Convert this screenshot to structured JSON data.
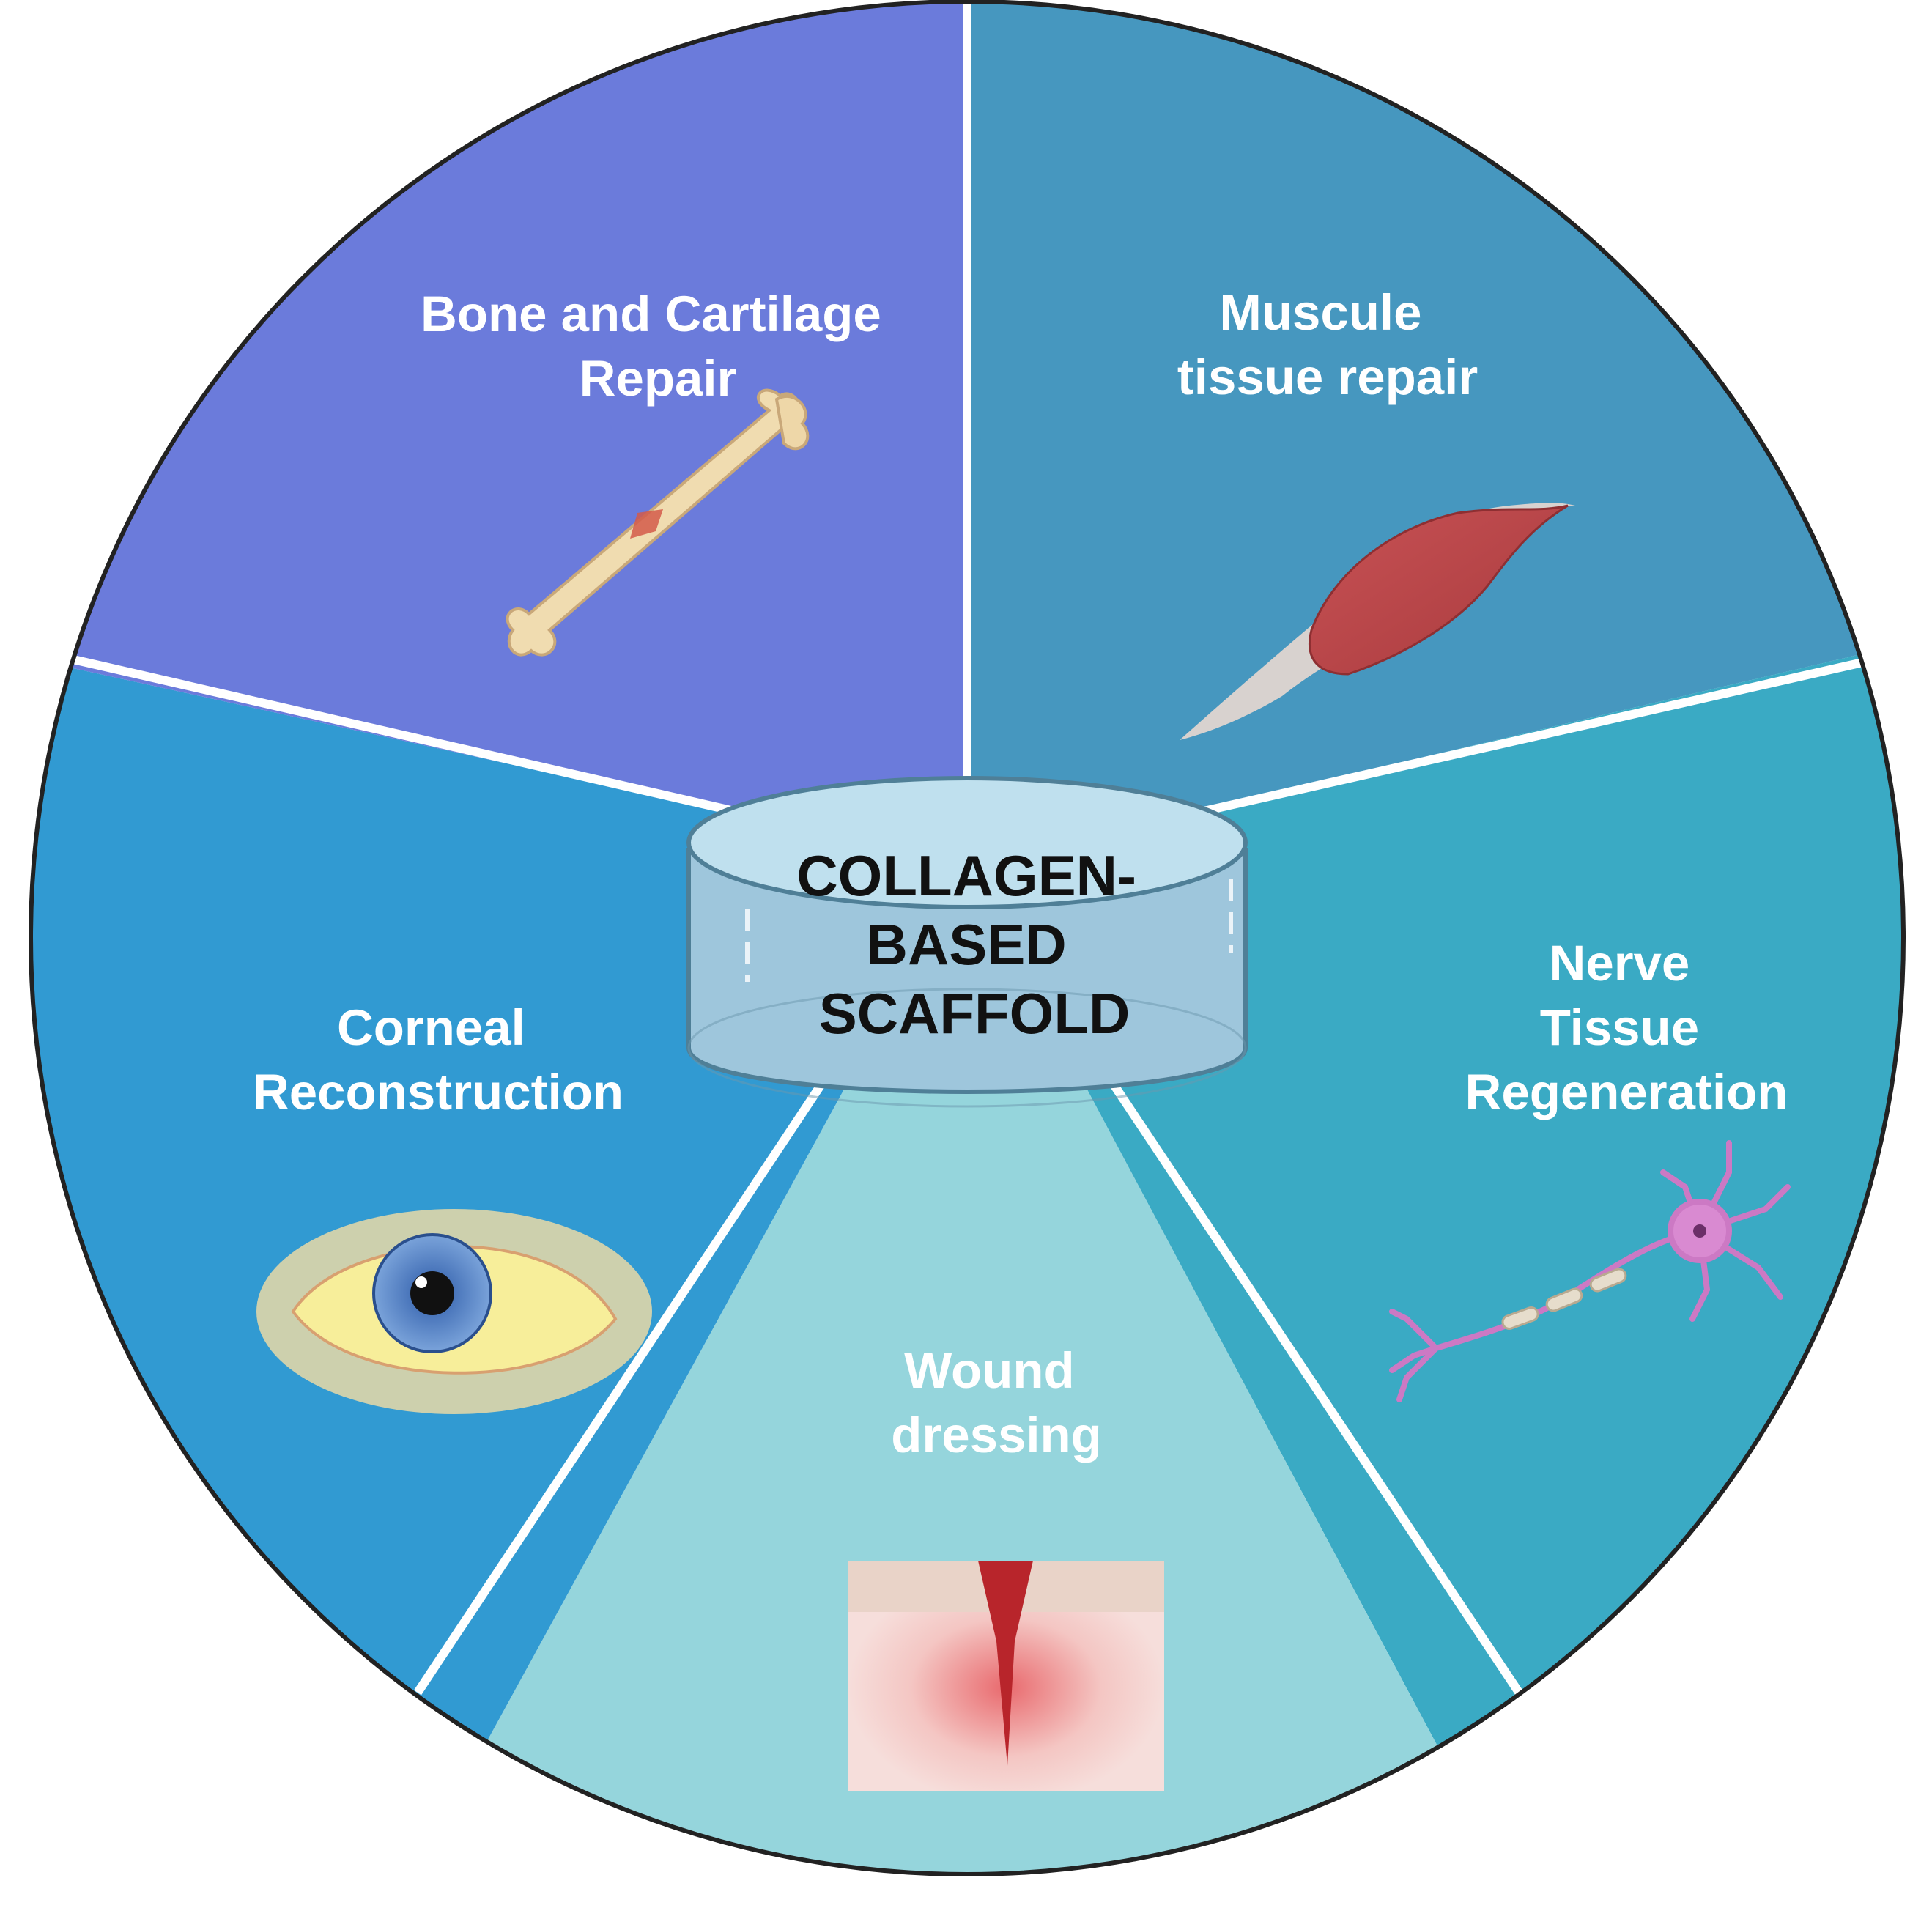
{
  "center": {
    "lines": [
      "COLLAGEN-",
      "BASED",
      "SCAFFOLD"
    ]
  },
  "segments": [
    {
      "id": "bone",
      "lines": [
        "Bone and Cartilage",
        "Repair"
      ],
      "color": "#6b7bdb",
      "icon": "bone-icon"
    },
    {
      "id": "muscle",
      "lines": [
        "Muscule",
        "tissue repair"
      ],
      "color": "#4697bf",
      "icon": "muscle-icon"
    },
    {
      "id": "nerve",
      "lines": [
        "Nerve",
        "Tissue",
        "Regeneration"
      ],
      "color": "#3aaac4",
      "icon": "neuron-icon"
    },
    {
      "id": "wound",
      "lines": [
        "Wound",
        "dressing"
      ],
      "color": "#95d5dc",
      "icon": "wound-icon"
    },
    {
      "id": "cornea",
      "lines": [
        "Corneal",
        "Reconstruction"
      ],
      "color": "#319ad2",
      "icon": "eye-icon"
    }
  ],
  "colors": {
    "outline": "#222222",
    "divider": "#ffffff",
    "scaffold_fill": "#9ec6dc",
    "scaffold_top": "#bfe0ee"
  }
}
